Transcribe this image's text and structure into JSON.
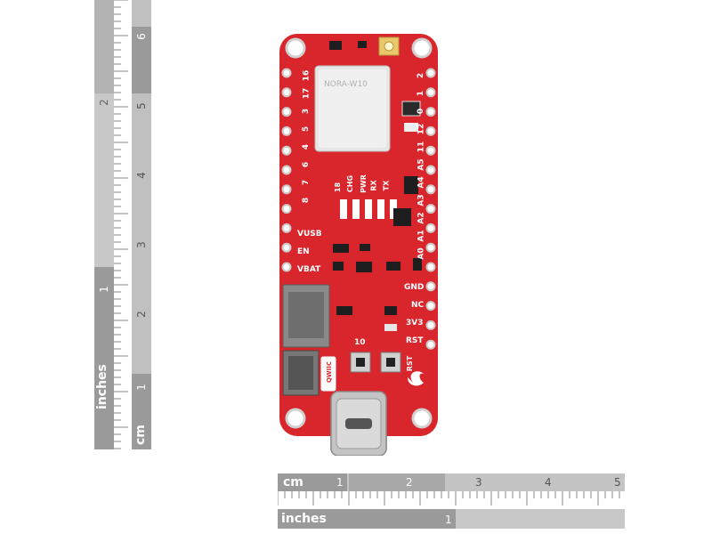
{
  "rulers": {
    "vertical": {
      "unit_inches": "inches",
      "unit_cm": "cm",
      "inch_numbers": [
        "1",
        "2"
      ],
      "cm_numbers": [
        "1",
        "2",
        "3",
        "4",
        "5",
        "6"
      ]
    },
    "horizontal": {
      "unit_cm": "cm",
      "unit_inches": "inches",
      "cm_numbers": [
        "1",
        "2",
        "3",
        "4",
        "5"
      ],
      "inch_numbers": [
        "1"
      ]
    }
  },
  "board": {
    "color": "#d8262c",
    "module_marking": "NORA-W10",
    "left_pins": [
      "16",
      "17",
      "3",
      "5",
      "4",
      "6",
      "7",
      "8",
      "VUSB",
      "EN",
      "VBAT"
    ],
    "right_pins": [
      "2",
      "1",
      "0",
      "12",
      "11",
      "A5",
      "A4",
      "A3",
      "A2",
      "A1",
      "A0",
      "GND",
      "NC",
      "3V3",
      "RST"
    ],
    "led_labels": [
      "18",
      "CHG",
      "PWR",
      "RX",
      "TX"
    ],
    "button_labels": [
      "10",
      "RST"
    ],
    "qwiic_label": "QWIIC"
  }
}
